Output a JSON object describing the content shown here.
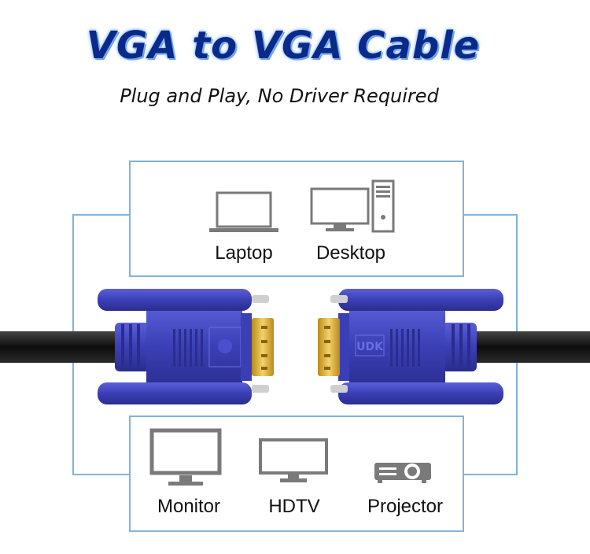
{
  "title": "VGA to VGA Cable",
  "subtitle": "Plug and Play, No Driver Required",
  "top_devices": [
    {
      "label": "Laptop",
      "icon": "laptop-icon"
    },
    {
      "label": "Desktop",
      "icon": "desktop-icon"
    }
  ],
  "bottom_devices": [
    {
      "label": "Monitor",
      "icon": "monitor-icon"
    },
    {
      "label": "HDTV",
      "icon": "hdtv-icon"
    },
    {
      "label": "Projector",
      "icon": "projector-icon"
    }
  ],
  "connector_logo": "UDK",
  "colors": {
    "frame": "#7fb3dc",
    "connector_blue": "#3b3fb5",
    "pins_gold": "#e3b93a",
    "cable": "#111111",
    "icon_gray": "#7a7a7a"
  }
}
